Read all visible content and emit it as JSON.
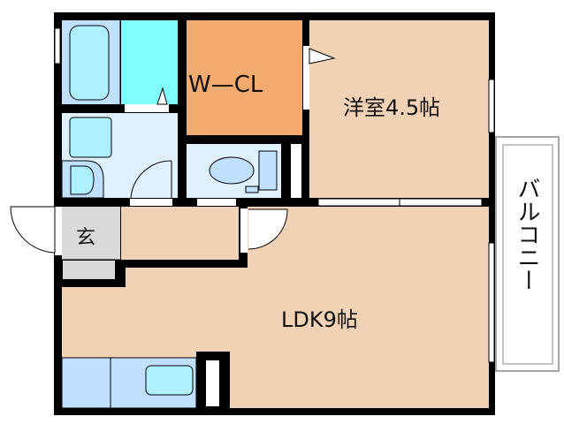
{
  "floorplan": {
    "rooms": {
      "walk_in_closet": "W—CL",
      "western_room": "洋室4.5帖",
      "entrance": "玄",
      "ldk": "LDK9帖",
      "balcony": "バルコニー"
    },
    "colors": {
      "wall": "#000000",
      "wet_area": "#bfe0ff",
      "shower": "#80ffff",
      "closet": "#f2aa6e",
      "room_floor": "#f2d2b4",
      "washroom": "#dff0ff",
      "entrance": "#d9d9d9"
    }
  }
}
